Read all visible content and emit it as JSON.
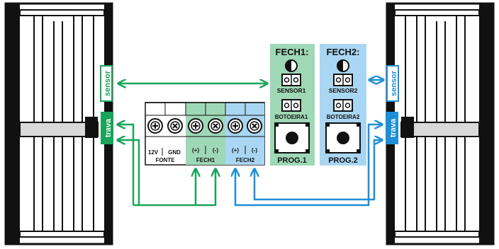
{
  "labels": {
    "sensor": "sensor",
    "trava": "trava",
    "fech1_title": "FECH1:",
    "fech2_title": "FECH2:",
    "sensor1": "SENSOR1",
    "sensor2": "SENSOR2",
    "botoeira1": "BOTOEIRA1",
    "botoeira2": "BOTOEIRA2",
    "prog1": "PROG.1",
    "prog2": "PROG.2",
    "v12": "12V",
    "gnd": "GND",
    "fonte": "FONTE",
    "plus": "(+)",
    "minus": "(-)",
    "fech1": "FECH1",
    "fech2": "FECH2"
  },
  "colors": {
    "green": "#1aa35a",
    "green_panel": "#9fd8b6",
    "blue": "#1e8fd6",
    "blue_panel": "#a9d6f2",
    "gate": "#111111"
  }
}
